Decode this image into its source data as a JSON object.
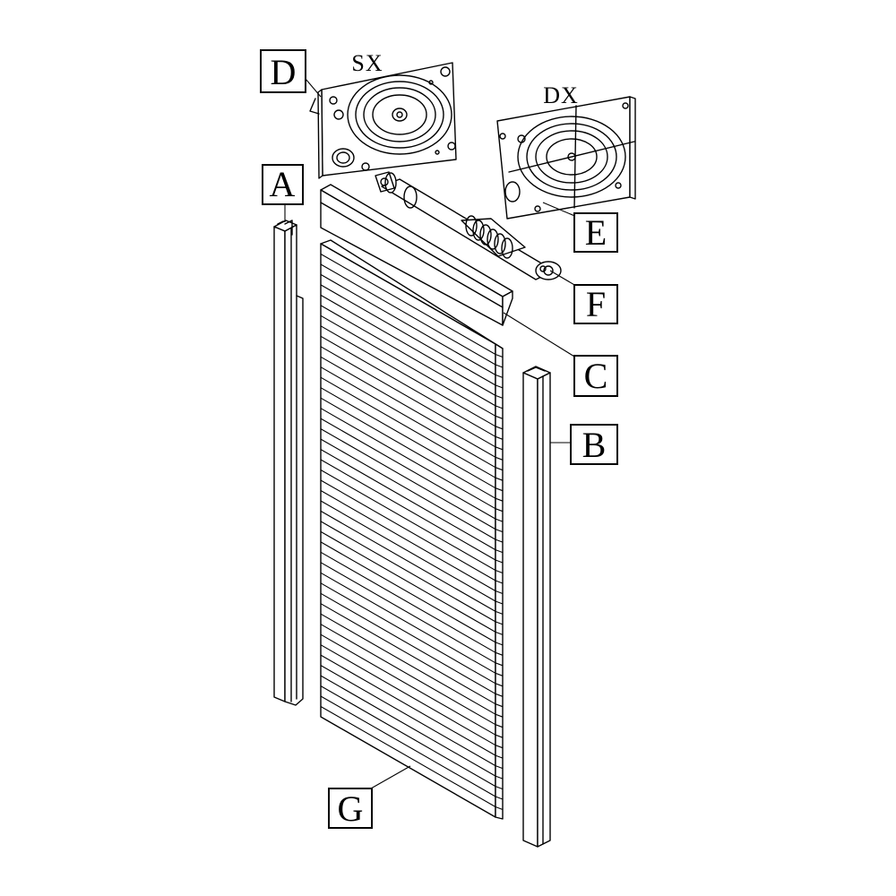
{
  "labels": {
    "A": "A",
    "B": "B",
    "C": "C",
    "D": "D",
    "E": "E",
    "F": "F",
    "G": "G"
  },
  "side_labels": {
    "left": "SX",
    "right": "DX"
  },
  "colors": {
    "line": "#000000",
    "background": "#ffffff"
  }
}
